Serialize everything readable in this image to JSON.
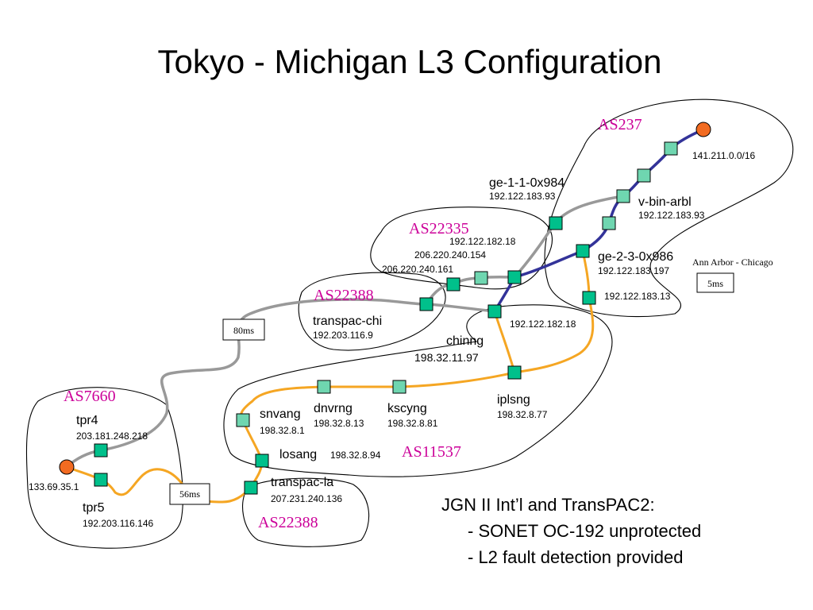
{
  "title": "Tokyo - Michigan L3 Configuration",
  "colors": {
    "router": "#00c08b",
    "router_light": "#6fd6b0",
    "endpoint": "#f26b21",
    "as_label": "#cc0099",
    "link_gray": "#999999",
    "link_blue": "#333399",
    "link_orange": "#f5a623"
  },
  "as_labels": {
    "as237": "AS237",
    "as22335": "AS22335",
    "as22388_top": "AS22388",
    "as7660": "AS7660",
    "as11537": "AS11537",
    "as22388_bottom": "AS22388"
  },
  "nodes": {
    "net_141": {
      "ip": "141.211.0.0/16"
    },
    "ge_1_1": {
      "name": "ge-1-1-0x984",
      "ip": "192.122.183.93"
    },
    "v_bin_arbl": {
      "name": "v-bin-arbl",
      "ip": "192.122.183.93"
    },
    "ge_2_3": {
      "name": "ge-2-3-0x986",
      "ip": "192.122.183.197"
    },
    "ip_183_13": {
      "ip": "192.122.183.13"
    },
    "ip_182_18_top": {
      "ip": "192.122.182.18"
    },
    "ip_206_154": {
      "ip": "206.220.240.154"
    },
    "ip_206_161": {
      "ip": "206.220.240.161"
    },
    "transpac_chi": {
      "name": "transpac-chi",
      "ip": "192.203.116.9"
    },
    "ip_182_18_right": {
      "ip": "192.122.182.18"
    },
    "chinng": {
      "name": "chinng",
      "ip": "198.32.11.97"
    },
    "iplsng": {
      "name": "iplsng",
      "ip": "198.32.8.77"
    },
    "dnvrng": {
      "name": "dnvrng",
      "ip": "198.32.8.13"
    },
    "kscyng": {
      "name": "kscyng",
      "ip": "198.32.8.81"
    },
    "snvang": {
      "name": "snvang",
      "ip": "198.32.8.1"
    },
    "losang": {
      "name": "losang",
      "ip": "198.32.8.94"
    },
    "transpac_la": {
      "name": "transpac-la",
      "ip": "207.231.240.136"
    },
    "tpr4": {
      "name": "tpr4",
      "ip": "203.181.248.218"
    },
    "tpr5": {
      "name": "tpr5",
      "ip": "192.203.116.146"
    },
    "ip_133": {
      "ip": "133.69.35.1"
    }
  },
  "annotations": {
    "ann_arbor_chicago": "Ann Arbor - Chicago",
    "latency_5ms": "5ms",
    "latency_80ms": "80ms",
    "latency_56ms": "56ms"
  },
  "notes": {
    "line1": "JGN II Int’l and TransPAC2:",
    "line2": "- SONET OC-192 unprotected",
    "line3": "- L2 fault detection provided"
  }
}
